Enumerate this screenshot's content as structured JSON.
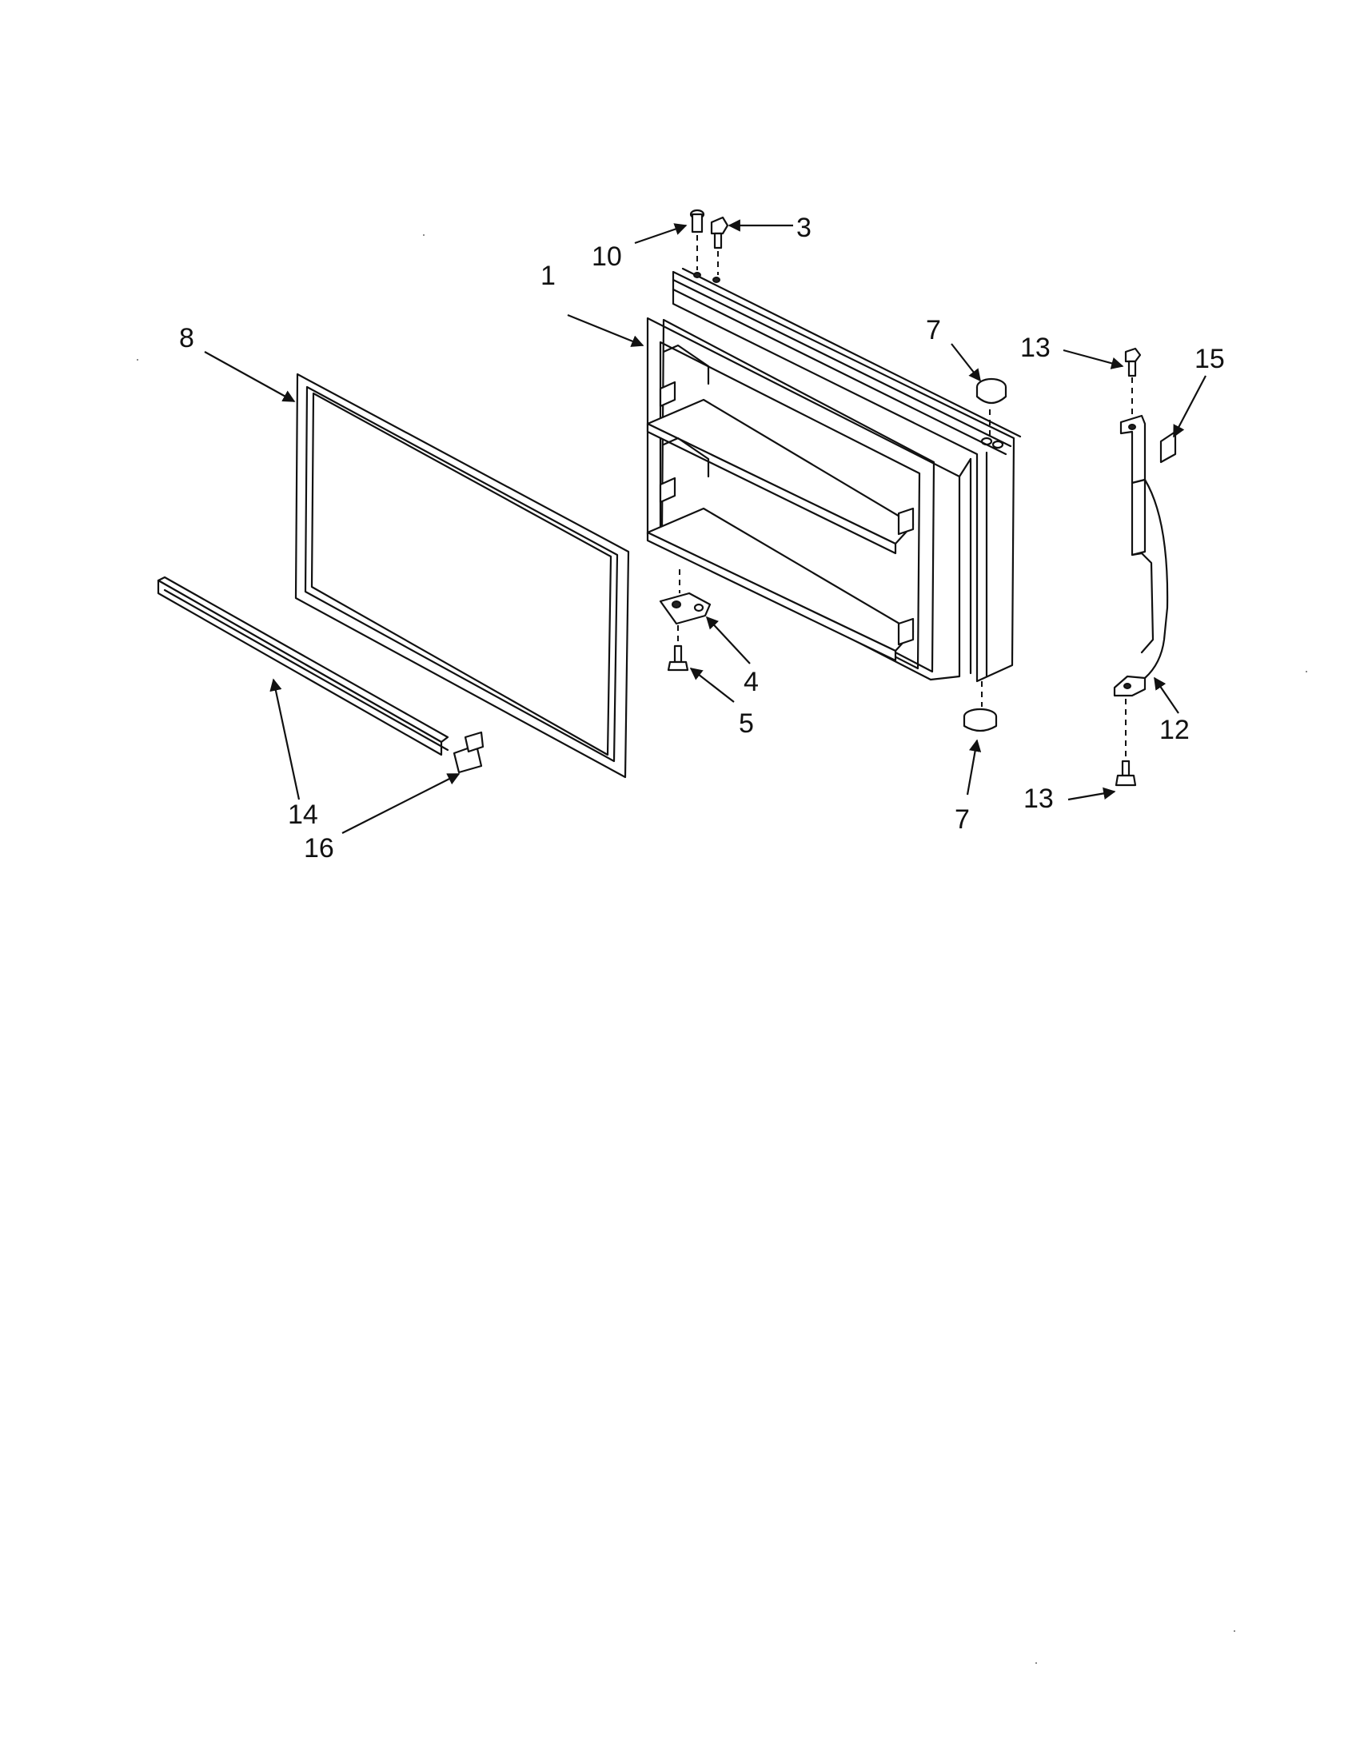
{
  "diagram": {
    "callouts": [
      {
        "id": "c1",
        "text": "1"
      },
      {
        "id": "c3",
        "text": "3"
      },
      {
        "id": "c4",
        "text": "4"
      },
      {
        "id": "c5",
        "text": "5"
      },
      {
        "id": "c7a",
        "text": "7"
      },
      {
        "id": "c7b",
        "text": "7"
      },
      {
        "id": "c8",
        "text": "8"
      },
      {
        "id": "c10",
        "text": "10"
      },
      {
        "id": "c12",
        "text": "12"
      },
      {
        "id": "c13a",
        "text": "13"
      },
      {
        "id": "c13b",
        "text": "13"
      },
      {
        "id": "c14",
        "text": "14"
      },
      {
        "id": "c15",
        "text": "15"
      },
      {
        "id": "c16",
        "text": "16"
      }
    ]
  }
}
